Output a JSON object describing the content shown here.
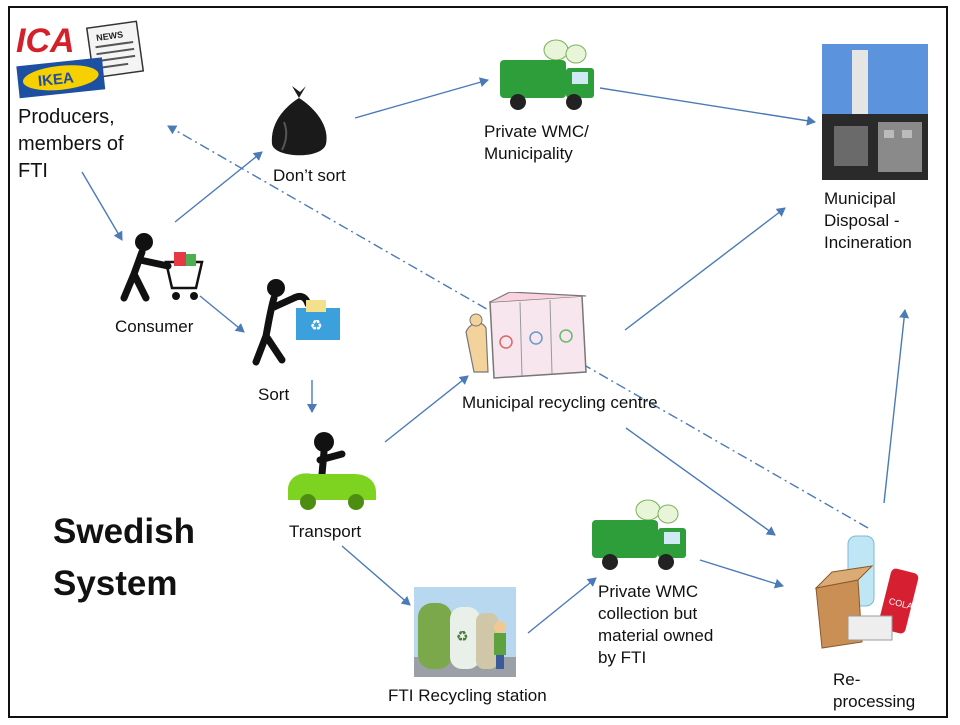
{
  "title": {
    "line1": "Swedish",
    "line2": "System"
  },
  "nodes": {
    "producers": {
      "line1": "Producers,",
      "line2": "members of",
      "line3": "FTI",
      "logo1": "ICA",
      "logo2": "IKEA",
      "logo3": "NEWS"
    },
    "dont_sort": "Don’t sort",
    "private_wmc_top": {
      "line1": "Private WMC/",
      "line2": "Municipality"
    },
    "municipal_disposal": {
      "line1": "Municipal",
      "line2": "Disposal -",
      "line3": "Incineration"
    },
    "consumer": "Consumer",
    "sort": "Sort",
    "municipal_recycling": "Municipal recycling centre",
    "transport": "Transport",
    "fti_recycling": "FTI Recycling station",
    "private_wmc_bottom": {
      "line1": "Private WMC",
      "line2": "collection but",
      "line3": "material owned",
      "line4": "by FTI"
    },
    "reprocessing": {
      "line1": "Re-",
      "line2": "processing",
      "can_text": "COLA"
    }
  },
  "colors": {
    "arrow": "#4a7ab8",
    "truck": "#2e9e3a",
    "car": "#7ed321",
    "logo_red": "#d4202a",
    "ikea_blue": "#1d4fa3",
    "ikea_yellow": "#f6d000"
  }
}
